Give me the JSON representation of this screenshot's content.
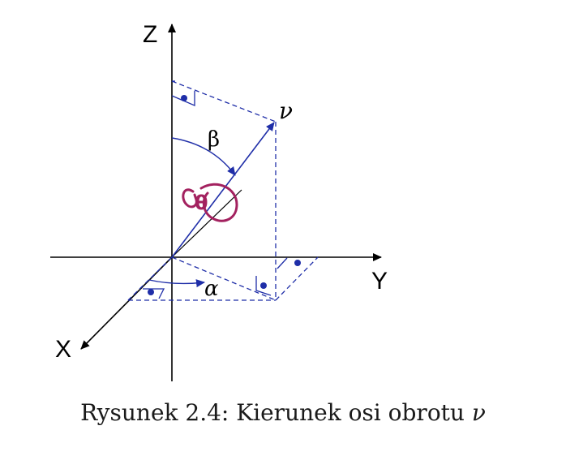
{
  "labels": {
    "z_axis": "Z",
    "y_axis": "Y",
    "x_axis": "X",
    "vector": "ν",
    "beta": "β",
    "alpha": "α",
    "theta": "θ"
  },
  "caption": {
    "prefix": "Rysunek 2.4: Kierunek osi obrotu",
    "symbol": "ν"
  },
  "colors": {
    "construction": "#1f2ea8",
    "axes": "#000000",
    "rotation_mark": "#a3215f"
  }
}
